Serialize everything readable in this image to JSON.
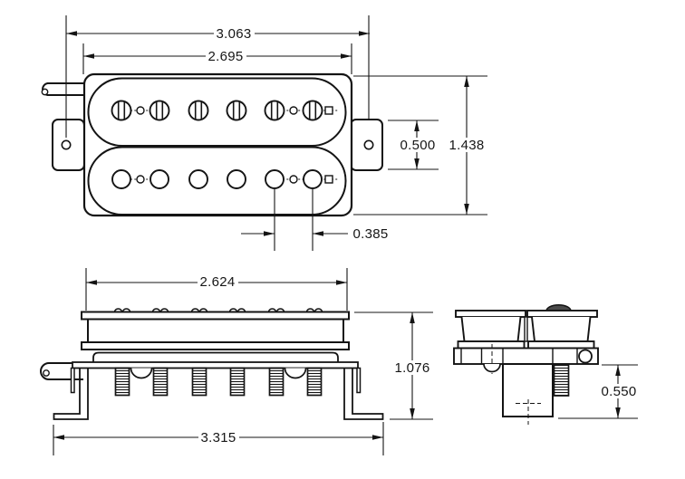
{
  "drawing": {
    "subject": "humbucker-pickup-dimensional-drawing",
    "background_color": "#ffffff",
    "line_color": "#141414",
    "screwhead_fill_color": "#4a4a4a",
    "units": "inches",
    "dims": {
      "hole_spacing": "3.063",
      "body_length": "2.695",
      "tab_width": "0.500",
      "body_width": "1.438",
      "pole_spacing": "0.385",
      "cover_length": "2.624",
      "overall_height": "1.076",
      "leg_span": "3.315",
      "bottom_depth": "0.550"
    }
  }
}
